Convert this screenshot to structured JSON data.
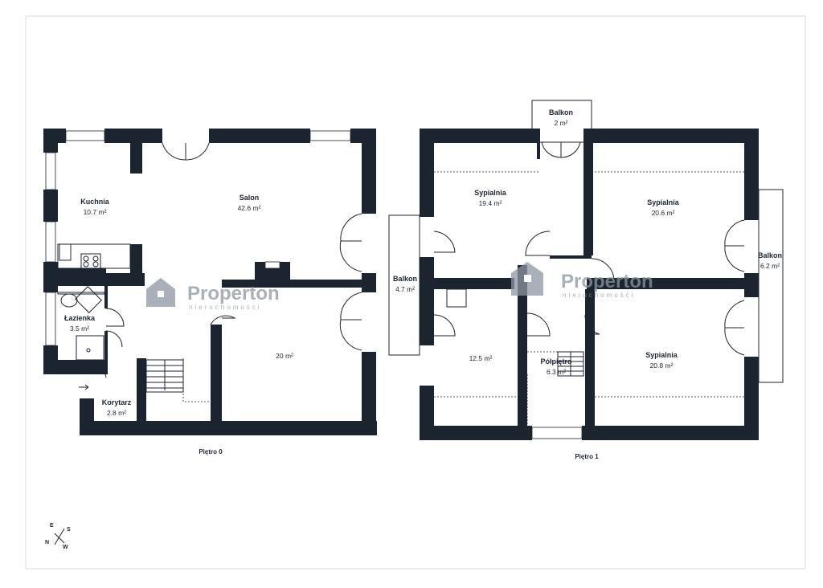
{
  "floors": [
    {
      "label": "Piętro 0"
    },
    {
      "label": "Piętro 1"
    }
  ],
  "rooms": {
    "kuchnia": {
      "name": "Kuchnia",
      "area": "10.7 m²"
    },
    "salon": {
      "name": "Salon",
      "area": "42.6 m²"
    },
    "lazienka": {
      "name": "Łazienka",
      "area": "3.5 m²"
    },
    "korytarz": {
      "name": "Korytarz",
      "area": "2.8 m²"
    },
    "room_20": {
      "area": "20 m²"
    },
    "balkon_top": {
      "name": "Balkon",
      "area": "2 m²"
    },
    "sypialnia_1": {
      "name": "Sypialnia",
      "area": "19.4 m²"
    },
    "sypialnia_2": {
      "name": "Sypialnia",
      "area": "20.6 m²"
    },
    "balkon_left": {
      "name": "Balkon",
      "area": "4.7 m²"
    },
    "balkon_right": {
      "name": "Balkon",
      "area": "6.2 m²"
    },
    "room_12_5": {
      "area": "12.5 m²"
    },
    "polpietro": {
      "name": "Półpiętro",
      "area": "6.3 m²"
    },
    "sypialnia_3": {
      "name": "Sypialnia",
      "area": "20.8 m²"
    }
  },
  "watermark": {
    "brand": "Properton",
    "tagline": "nieruchomości"
  },
  "compass": {
    "n": "N",
    "e": "E",
    "s": "S",
    "w": "W"
  },
  "colors": {
    "wall": "#1c2430",
    "watermark": "#8e96a1",
    "background": "#ffffff"
  }
}
